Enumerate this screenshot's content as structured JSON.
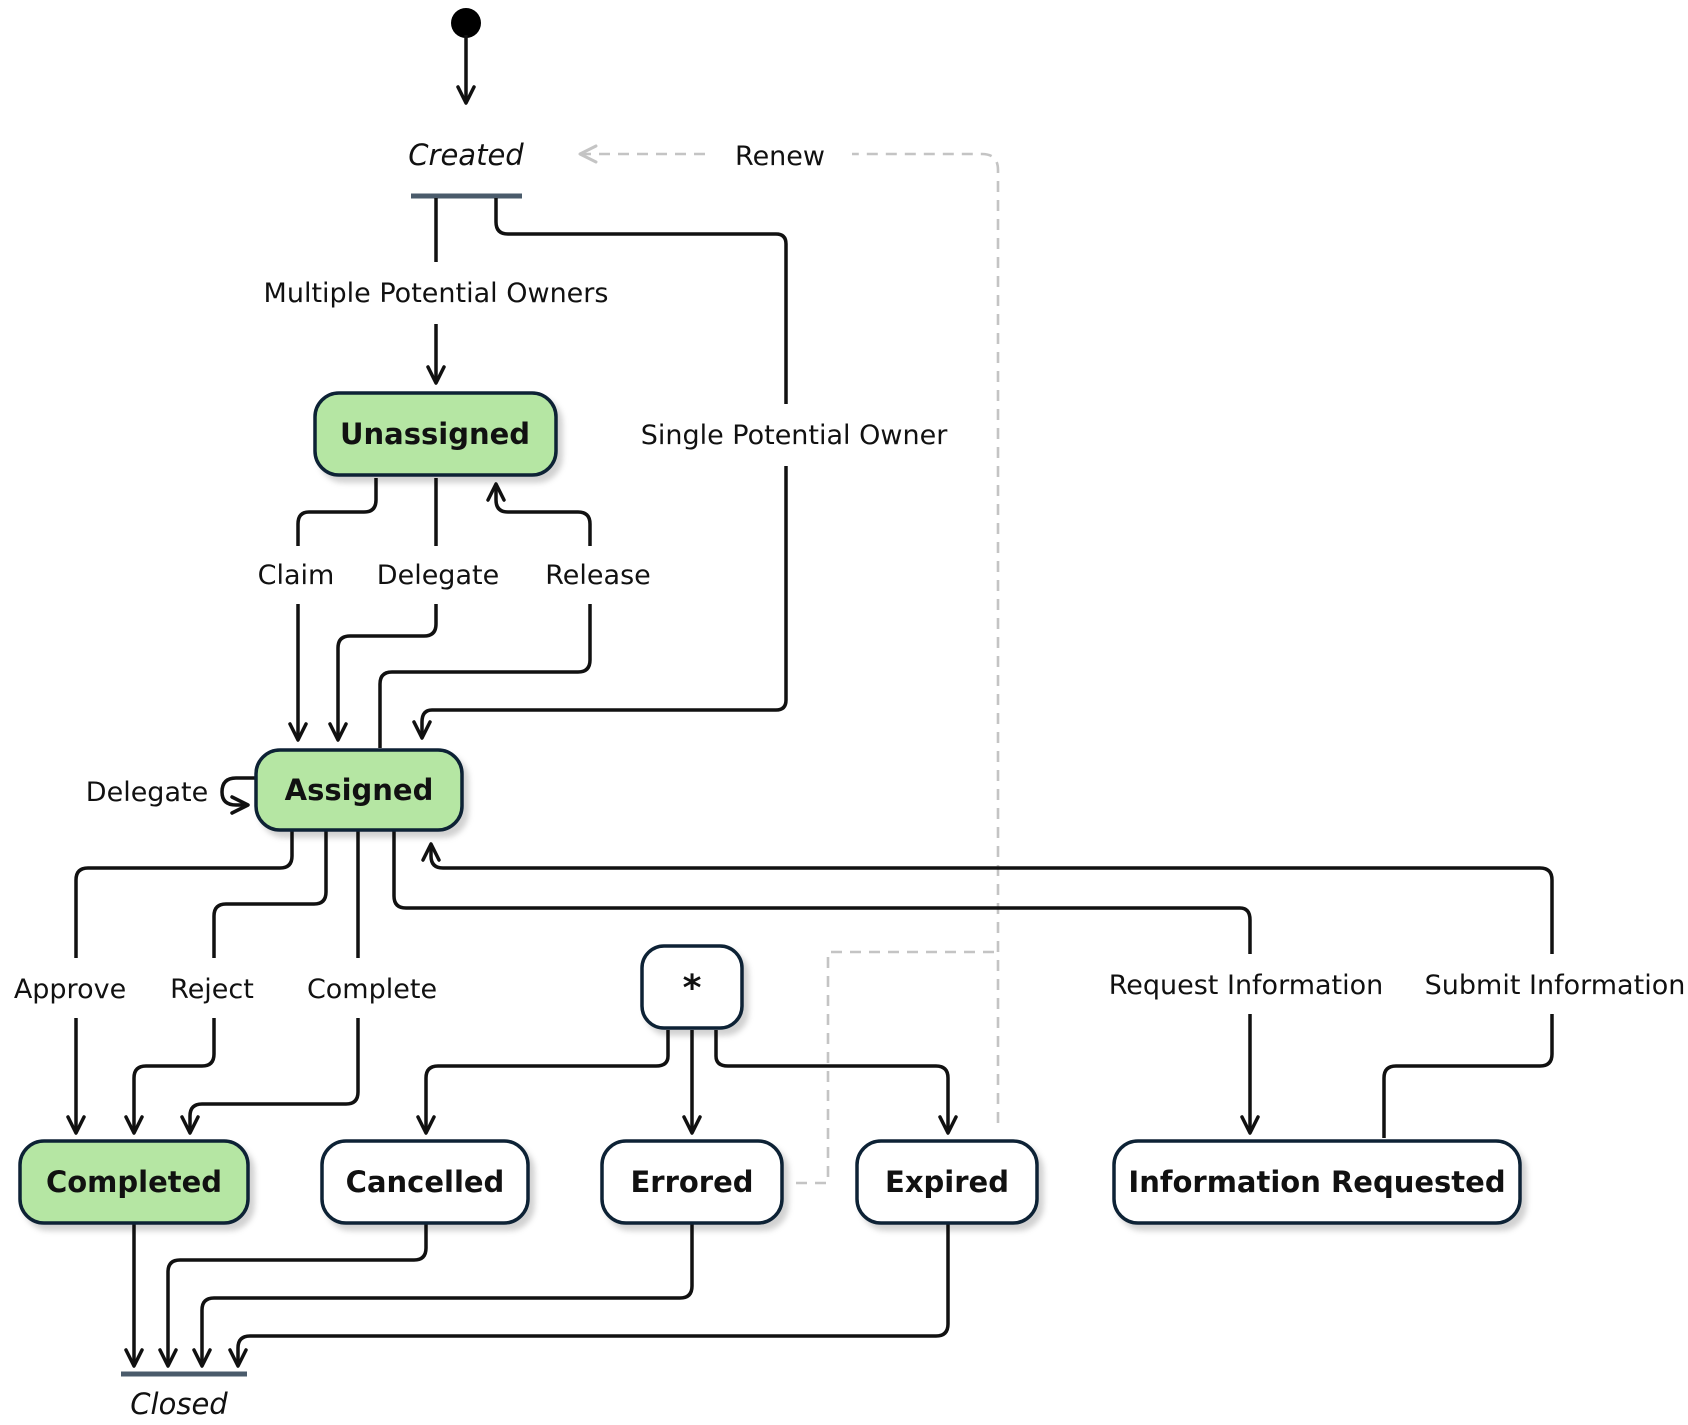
{
  "initial_label": "Created",
  "final_label": "Closed",
  "wildcard": "*",
  "colors": {
    "highlight_fill": "#b5e6a3",
    "normal_fill": "#ffffff",
    "border": "#0f2236",
    "edge": "#111111",
    "dashed": "#c4c4c4"
  },
  "states": {
    "unassigned": "Unassigned",
    "assigned": "Assigned",
    "completed": "Completed",
    "cancelled": "Cancelled",
    "errored": "Errored",
    "expired": "Expired",
    "information_requested": "Information Requested"
  },
  "transitions": {
    "multiple_potential_owners": "Multiple Potential Owners",
    "single_potential_owner": "Single Potential Owner",
    "renew": "Renew",
    "claim": "Claim",
    "delegate": "Delegate",
    "release": "Release",
    "delegate_self": "Delegate",
    "approve": "Approve",
    "reject": "Reject",
    "complete": "Complete",
    "request_information": "Request Information",
    "submit_information": "Submit Information"
  }
}
